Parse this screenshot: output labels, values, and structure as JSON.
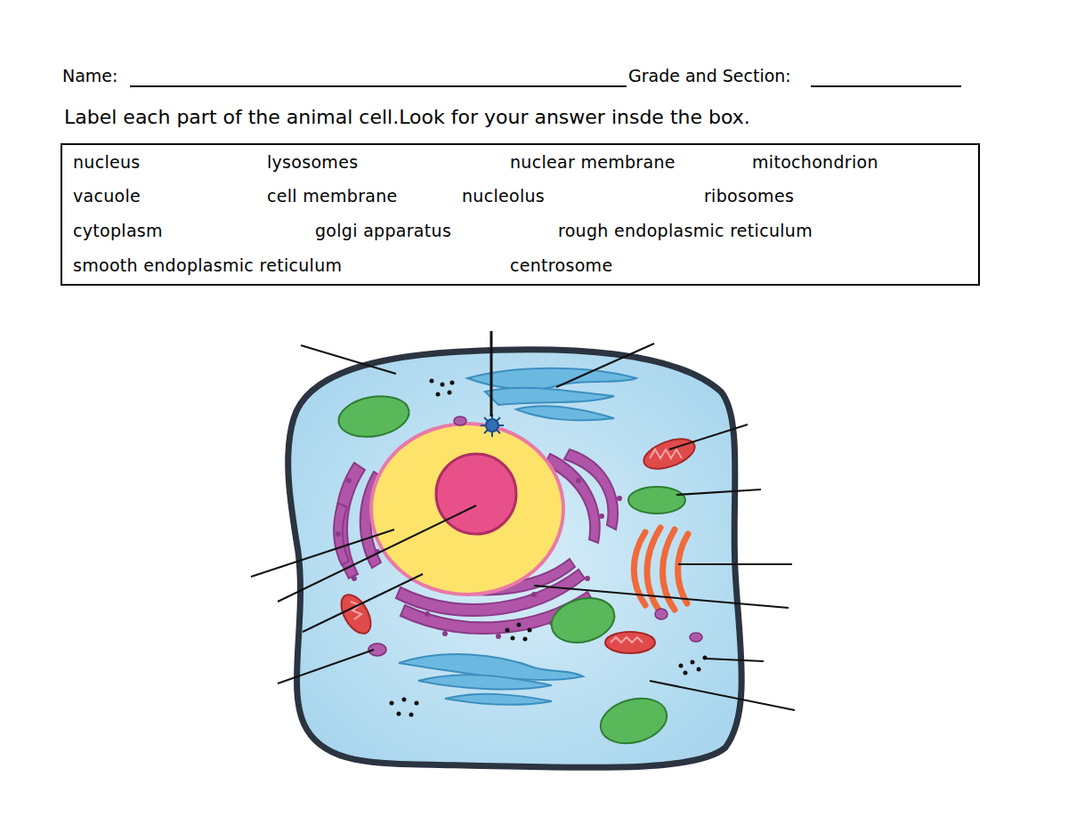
{
  "diagram": {
    "title": "Label each part of the animal cell.Look for your answer insde the box.",
    "nodes": [
      {
        "text": [
          "nucleus",
          "lysosomes",
          "nuclear membrane",
          "mitochondrion",
          "vacuole",
          "cell membrane",
          "nucleolus",
          "ribosomes",
          "cytoplasm",
          "golgi apparatus",
          "rough endoplasmic reticulum",
          "smooth endoplasmic reticulum",
          "centrosome"
        ]
      }
    ],
    "labels": [
      "Name:",
      "Grade and Section:"
    ]
  }
}
